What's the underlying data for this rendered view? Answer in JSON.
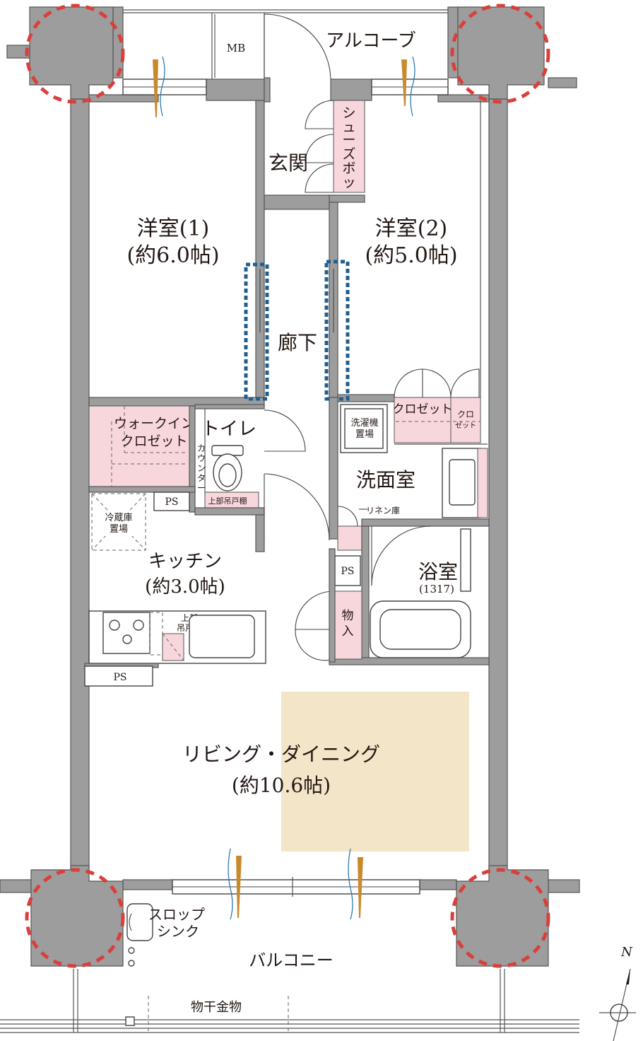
{
  "title": "",
  "labels": {
    "alcove": "アルコーブ",
    "mb": "MB",
    "shoe_box": "シューズボックス",
    "entrance": "玄関",
    "room1_name": "洋室(1)",
    "room1_size": "(約6.0帖)",
    "room2_name": "洋室(2)",
    "room2_size": "(約5.0帖)",
    "hallway": "廊下",
    "closet": "クロゼット",
    "closet_small": "クロゼット",
    "walkin_closet_l1": "ウォークイン",
    "walkin_closet_l2": "クロゼット",
    "toilet": "トイレ",
    "counter": "カウンター",
    "upper_shelf_toilet": "上部吊戸棚",
    "washer_l1": "洗濯機",
    "washer_l2": "置場",
    "washroom": "洗面室",
    "linen": "リネン庫",
    "fridge_l1": "冷蔵庫",
    "fridge_l2": "置場",
    "ps": "PS",
    "bath": "浴室",
    "bath_size": "(1317)",
    "storage": "物入",
    "kitchen_name": "キッチン",
    "kitchen_size": "(約3.0帖)",
    "upper_shelf_kitchen_l1": "上部",
    "upper_shelf_kitchen_l2": "吊戸棚",
    "living_name": "リビング・ダイニング",
    "living_size": "(約10.6帖)",
    "slop_sink_l1": "スロップ",
    "slop_sink_l2": "シンク",
    "balcony": "バルコニー",
    "clothes_hanger": "物干金物",
    "compass_n": "N"
  },
  "colors": {
    "wall": "#9d9d9d",
    "storage_fill": "#f8d7dc",
    "highlight_fill": "#f3e5c8",
    "column_marker": "#d8403c",
    "partition_marker": "#1f5f8f",
    "vent_tan": "#c98a2c",
    "vent_blue": "#2f79b5"
  },
  "icons": [
    "stove-burner-icon",
    "kitchen-sink-icon",
    "toilet-icon",
    "bathtub-icon",
    "compass-icon"
  ]
}
